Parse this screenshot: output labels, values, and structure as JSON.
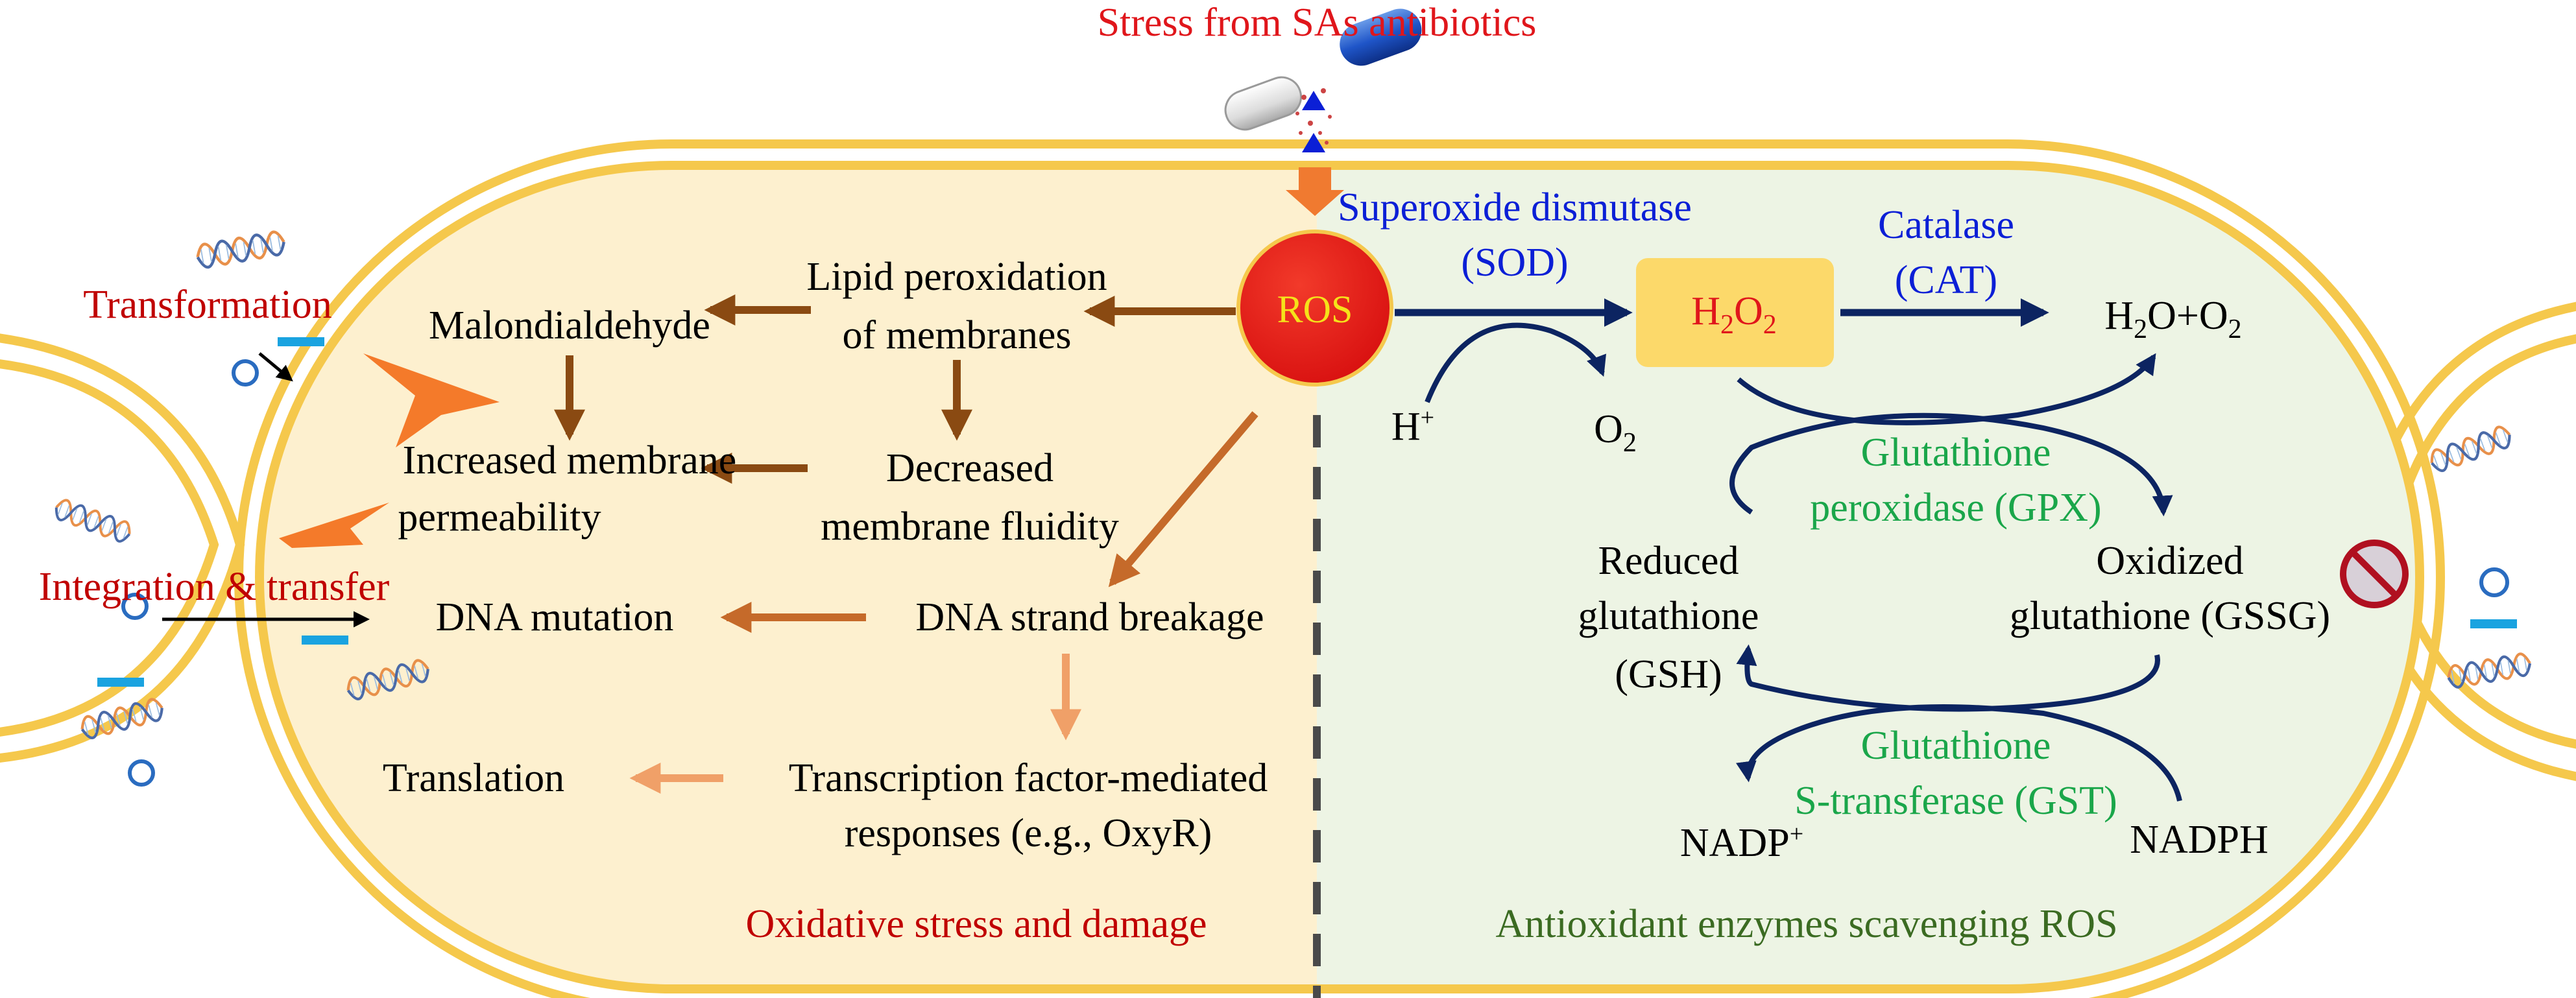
{
  "stress_label": "Stress from SAs antibiotics",
  "ros": "ROS",
  "left_panel": {
    "lipid_line1": "Lipid peroxidation",
    "lipid_line2": "of membranes",
    "malondialdehyde": "Malondialdehyde",
    "increased_line1": "Increased membrane",
    "increased_line2": "permeability",
    "decreased_line1": "Decreased",
    "decreased_line2": "membrane fluidity",
    "dna_mutation": "DNA mutation",
    "dna_breakage": "DNA strand breakage",
    "translation": "Translation",
    "transcription_line1": "Transcription factor-mediated",
    "transcription_line2": "responses (e.g., OxyR)",
    "caption": "Oxidative stress and damage"
  },
  "right_panel": {
    "sod_line1": "Superoxide dismutase",
    "sod_line2": "(SOD)",
    "catalase_line1": "Catalase",
    "catalase_line2": "(CAT)",
    "h2o2_main": "H",
    "h2o2_sub": "2",
    "h2o2_o": "O",
    "h2o2_sub2": "2",
    "water_h": "H",
    "water_sub": "2",
    "water_o": "O+O",
    "water_sub2": "2",
    "h_plus": "H",
    "h_plus_sup": "+",
    "o2_main": "O",
    "o2_sub": "2",
    "gpx_line1": "Glutathione",
    "gpx_line2": "peroxidase (GPX)",
    "reduced_line1": "Reduced",
    "reduced_line2": "glutathione",
    "reduced_line3": "(GSH)",
    "oxidized_line1": "Oxidized",
    "oxidized_line2": "glutathione (GSSG)",
    "gst_line1": "Glutathione",
    "gst_line2": "S-transferase (GST)",
    "nadp": "NADP",
    "nadp_sup": "+",
    "nadph": "NADPH",
    "caption": "Antioxidant enzymes scavenging ROS"
  },
  "outside": {
    "transformation": "Transformation",
    "integration": "Integration & transfer"
  },
  "colors": {
    "red_text": "#e0161b",
    "dark_red_text": "#c00000",
    "blue_text": "#0b1fd6",
    "green_text": "#1aa64a",
    "dark_green_text": "#3b6b22",
    "navy_arrow": "#0c2461",
    "brown_arrow": "#8a4a12",
    "light_brown_arrow": "#c56a2a",
    "pale_arrow": "#f0a068",
    "cell_wall": "#f5c84c",
    "left_fill": "#fdf0cf",
    "right_fill": "#edf4e4",
    "ros_fill": "#e81c1c",
    "h2o2_fill": "#fcd96a"
  }
}
